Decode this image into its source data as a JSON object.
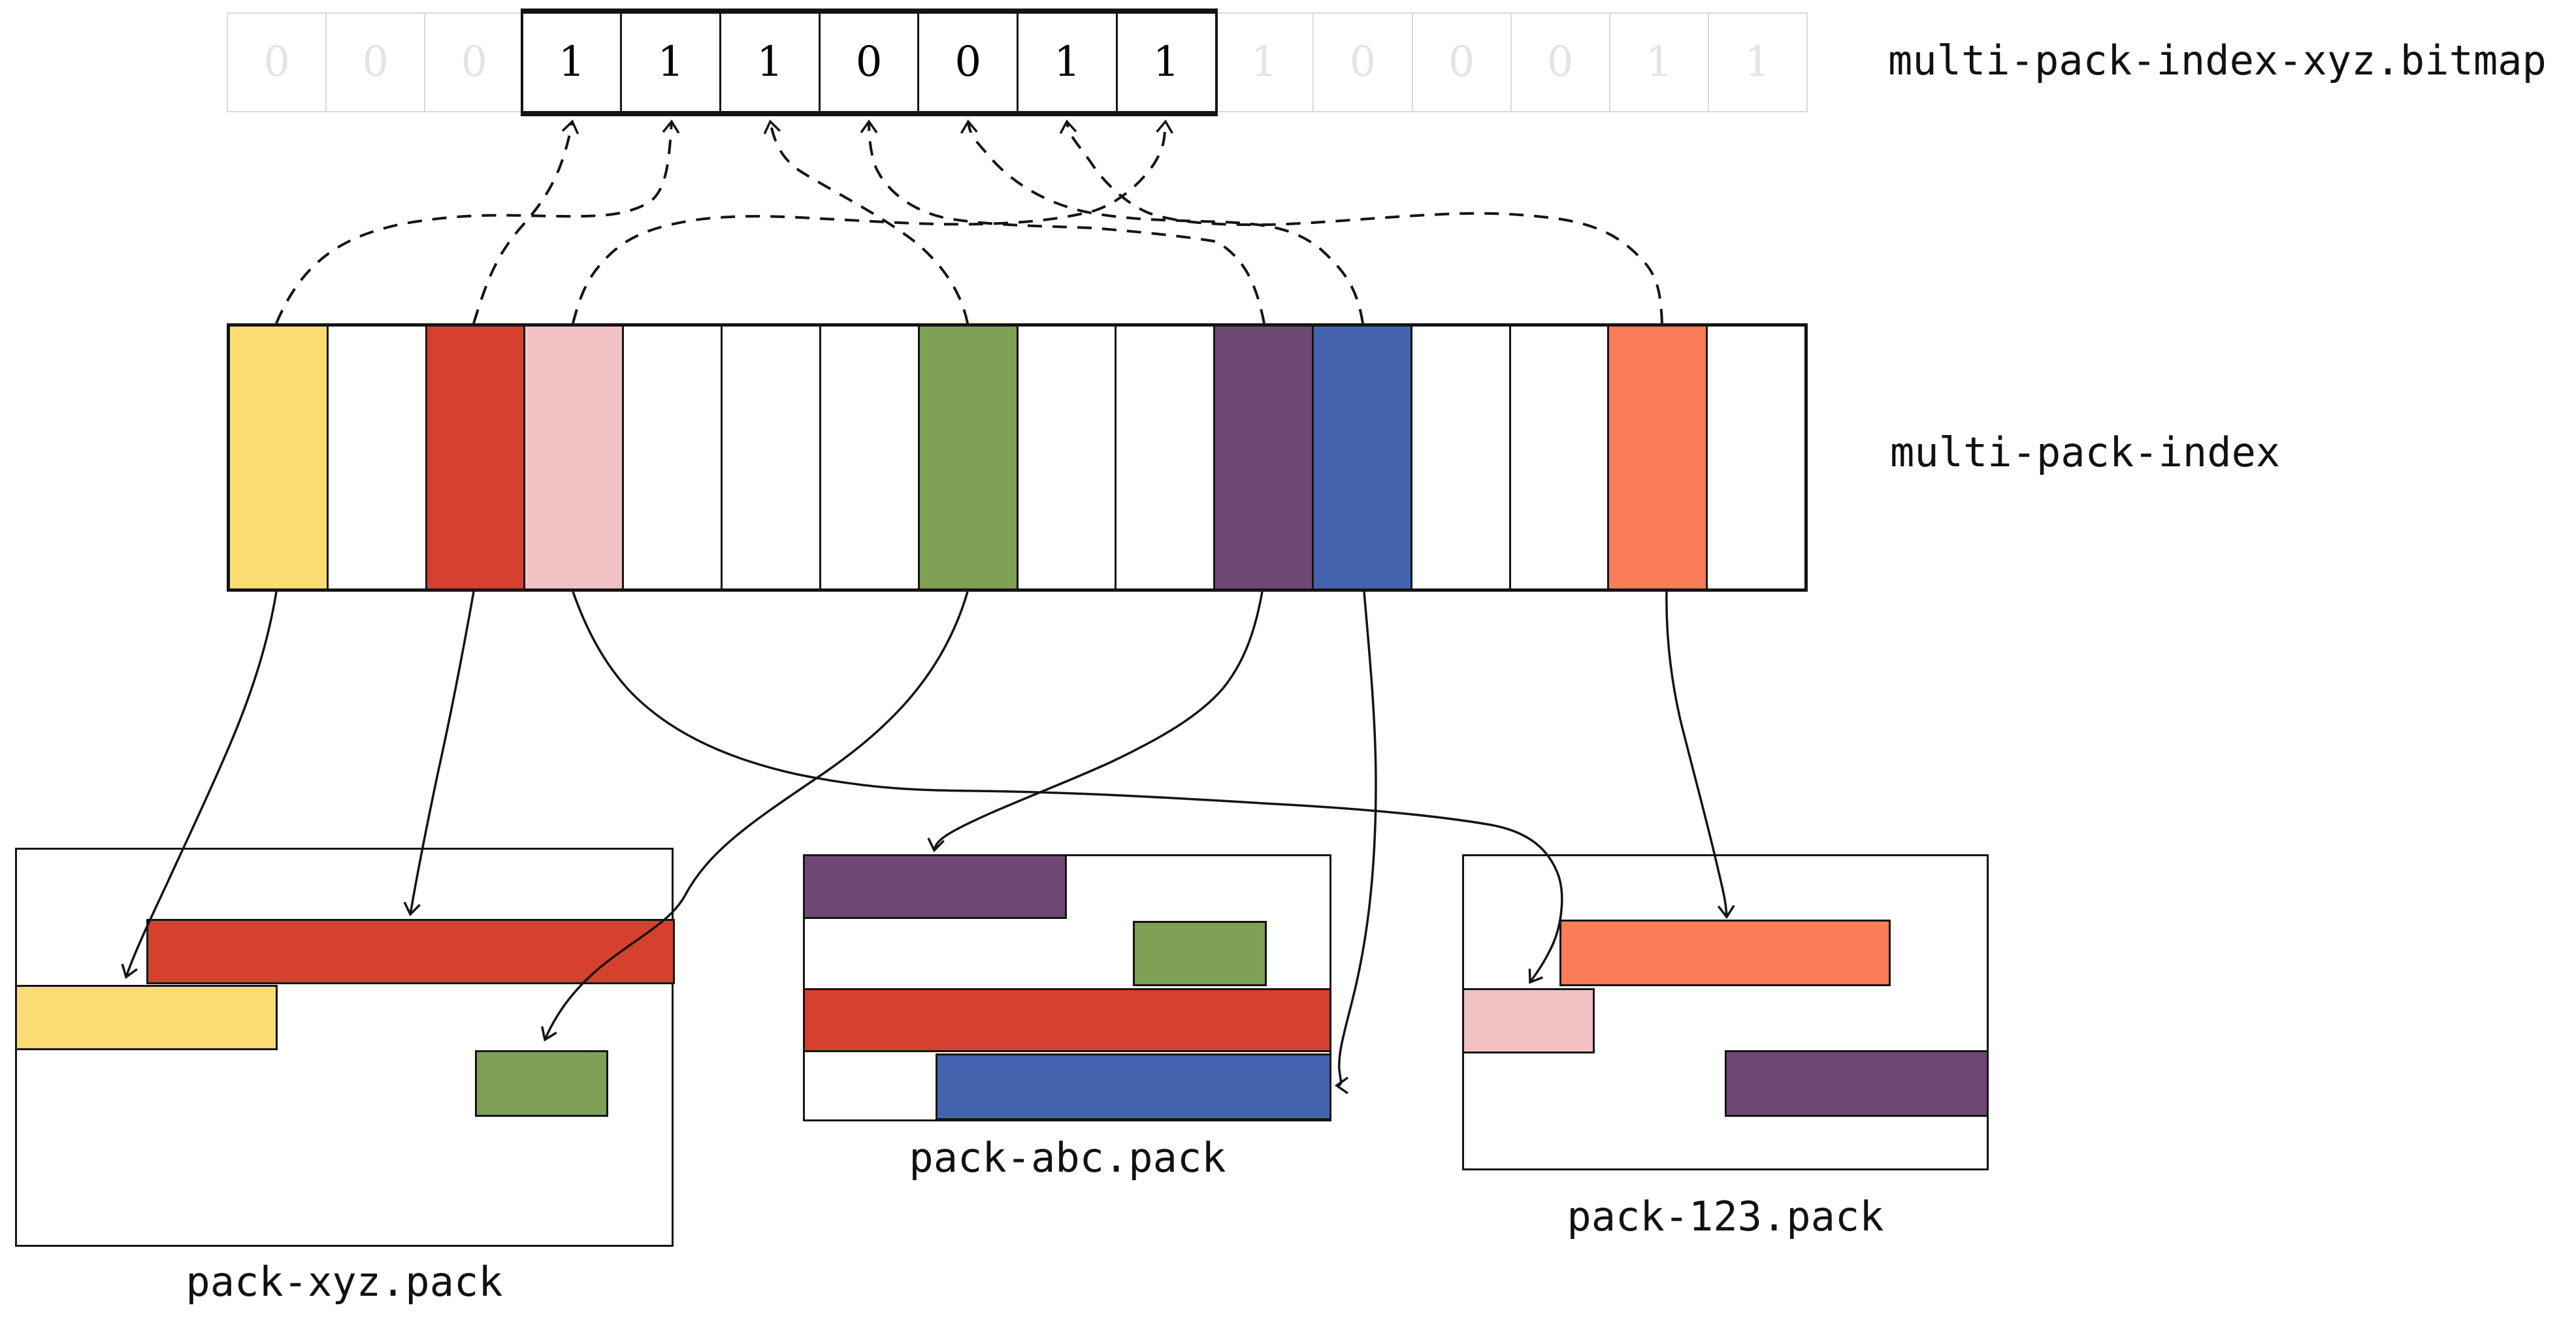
{
  "bitmap": {
    "label": "multi-pack-index-xyz.bitmap",
    "bits": [
      {
        "value": "0",
        "highlighted": false
      },
      {
        "value": "0",
        "highlighted": false
      },
      {
        "value": "0",
        "highlighted": false
      },
      {
        "value": "1",
        "highlighted": true
      },
      {
        "value": "1",
        "highlighted": true
      },
      {
        "value": "1",
        "highlighted": true
      },
      {
        "value": "0",
        "highlighted": true
      },
      {
        "value": "0",
        "highlighted": true
      },
      {
        "value": "1",
        "highlighted": true
      },
      {
        "value": "1",
        "highlighted": true
      },
      {
        "value": "1",
        "highlighted": false
      },
      {
        "value": "0",
        "highlighted": false
      },
      {
        "value": "0",
        "highlighted": false
      },
      {
        "value": "0",
        "highlighted": false
      },
      {
        "value": "1",
        "highlighted": false
      },
      {
        "value": "1",
        "highlighted": false
      }
    ]
  },
  "midx": {
    "label": "multi-pack-index",
    "cells": [
      "yellow",
      null,
      "red",
      "pink",
      null,
      null,
      null,
      "green",
      null,
      null,
      "purple",
      "blue",
      null,
      null,
      "orange",
      null
    ]
  },
  "packs": [
    {
      "id": "xyz",
      "label": "pack-xyz.pack",
      "objects": [
        "red",
        "yellow",
        "green"
      ]
    },
    {
      "id": "abc",
      "label": "pack-abc.pack",
      "objects": [
        "purple",
        "green",
        "red",
        "blue"
      ]
    },
    {
      "id": "p123",
      "label": "pack-123.pack",
      "objects": [
        "orange",
        "pink",
        "purple"
      ]
    }
  ],
  "bitmap_links": [
    {
      "from_cell": "red",
      "to_bit": 3
    },
    {
      "from_cell": "yellow",
      "to_bit": 4
    },
    {
      "from_cell": "green",
      "to_bit": 5
    },
    {
      "from_cell": "purple",
      "to_bit": 6
    },
    {
      "from_cell": "blue",
      "to_bit": 7
    },
    {
      "from_cell": "orange",
      "to_bit": 8
    },
    {
      "from_cell": "pink",
      "to_bit": 9
    }
  ],
  "pack_links": [
    {
      "from_cell": "yellow",
      "to_pack": "xyz",
      "to_object": "yellow"
    },
    {
      "from_cell": "red",
      "to_pack": "xyz",
      "to_object": "red"
    },
    {
      "from_cell": "green",
      "to_pack": "xyz",
      "to_object": "green"
    },
    {
      "from_cell": "purple",
      "to_pack": "abc",
      "to_object": "purple"
    },
    {
      "from_cell": "blue",
      "to_pack": "abc",
      "to_object": "blue"
    },
    {
      "from_cell": "orange",
      "to_pack": "p123",
      "to_object": "orange"
    },
    {
      "from_cell": "pink",
      "to_pack": "p123",
      "to_object": "pink"
    }
  ],
  "colors": {
    "yellow": "#FBDB74",
    "red": "#D6402E",
    "pink": "#F2C1C4",
    "green": "#7DA055",
    "purple": "#6F4876",
    "blue": "#4463AF",
    "orange": "#FB7D58",
    "line": "#141414",
    "faded_border": "#D9D9D9",
    "faded_text": "#E4E4E4"
  }
}
